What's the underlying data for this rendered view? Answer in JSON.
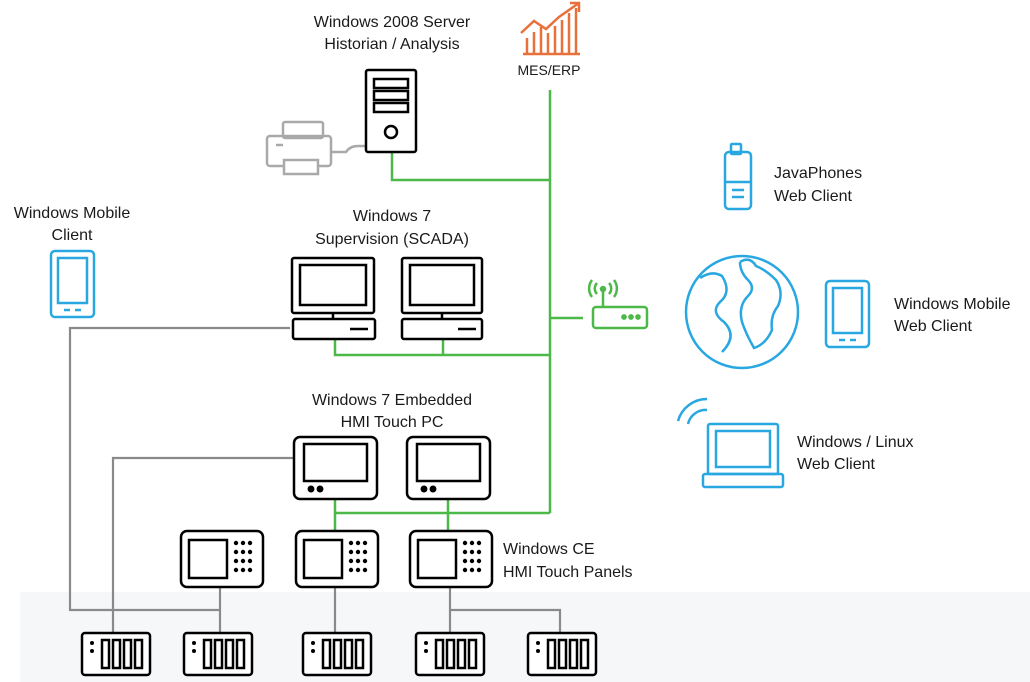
{
  "colors": {
    "network_link": "#4cb848",
    "serial_link": "#8a8a8a",
    "device_outline": "#000000",
    "web_device": "#29a7e1",
    "mes_icon": "#e8703a",
    "router_icon": "#4cb848",
    "printer_icon": "#a9a9a9"
  },
  "labels": {
    "server_line1": "Windows 2008 Server",
    "server_line2": "Historian / Analysis",
    "mes": "MES/ERP",
    "scada_line1": "Windows 7",
    "scada_line2": "Supervision (SCADA)",
    "mobile_client_line1": "Windows Mobile",
    "mobile_client_line2": "Client",
    "javaphones_line1": "JavaPhones",
    "javaphones_line2": "Web Client",
    "mobile_web_line1": "Windows Mobile",
    "mobile_web_line2": "Web Client",
    "winlinux_line1": "Windows / Linux",
    "winlinux_line2": "Web Client",
    "embedded_line1": "Windows 7 Embedded",
    "embedded_line2": "HMI Touch PC",
    "ce_line1": "Windows CE",
    "ce_line2": "HMI Touch Panels"
  },
  "icons": {
    "server": "server-tower-icon",
    "printer": "printer-icon",
    "mes": "bar-chart-trend-icon",
    "monitor": "desktop-monitor-icon",
    "router": "wifi-router-icon",
    "globe": "globe-icon",
    "phone": "mobile-phone-icon",
    "tablet": "tablet-icon",
    "laptop": "laptop-icon",
    "touch_pc": "touch-pc-icon",
    "touch_panel": "touch-panel-icon",
    "plc": "plc-io-module-icon"
  }
}
